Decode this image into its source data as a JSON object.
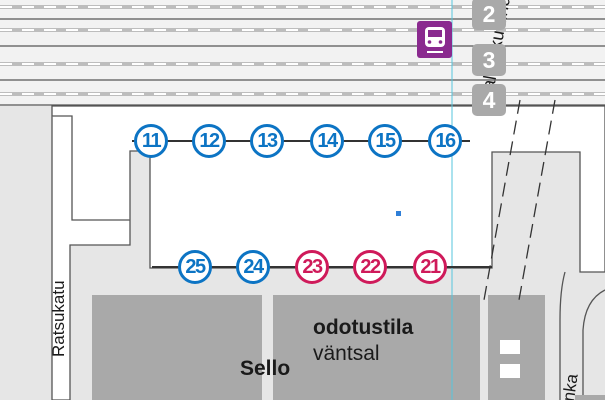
{
  "colors": {
    "bus_blue": "#0c74c4",
    "stop_red": "#cf1a5a",
    "metro_purple": "#8a2a8f",
    "building_gray": "#a9a9a9",
    "area_gray": "#e6e6e6",
    "track_label_gray": "#a9a9a9"
  },
  "metro_icon": {
    "name": "metro-train-icon"
  },
  "tracks": [
    "2",
    "3",
    "4"
  ],
  "upper_stops": [
    "11",
    "12",
    "13",
    "14",
    "15",
    "16"
  ],
  "lower_stops": [
    {
      "number": "25",
      "color": "blue"
    },
    {
      "number": "24",
      "color": "blue"
    },
    {
      "number": "23",
      "color": "red"
    },
    {
      "number": "22",
      "color": "red"
    },
    {
      "number": "21",
      "color": "red"
    }
  ],
  "labels": {
    "underpass": "alikulku underfart",
    "street_ratsukatu": "Ratsukatu",
    "street_partial": "nka",
    "waiting_room_fi": "odotustila",
    "waiting_room_sv": "väntsal",
    "mall": "Sello"
  }
}
